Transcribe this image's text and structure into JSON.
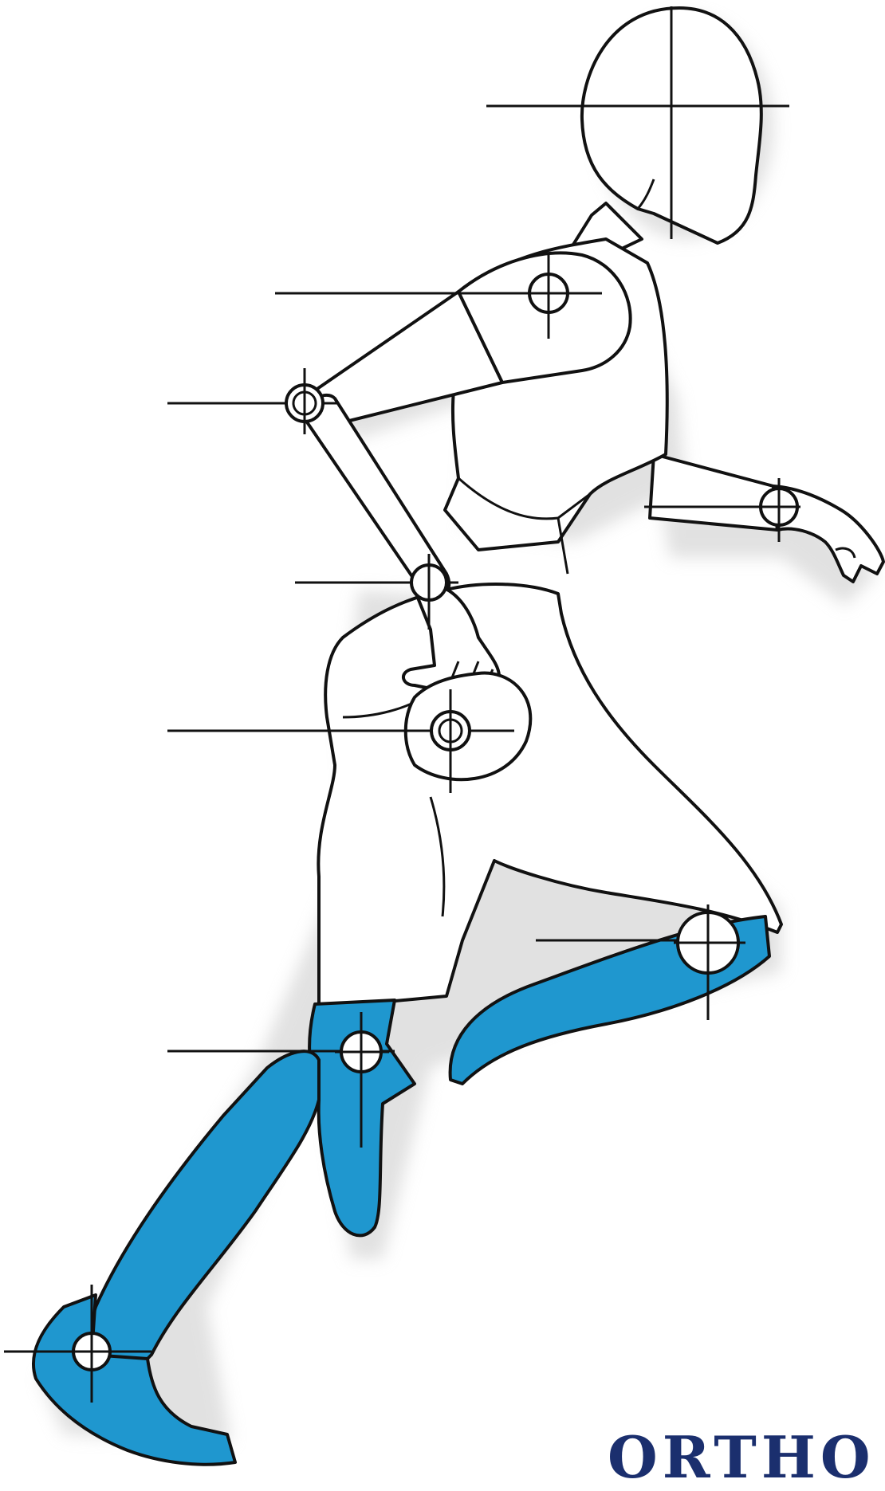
{
  "brand": {
    "text": "ORTHO"
  },
  "colors": {
    "prosthetic": "#1f97cf",
    "outline": "#111111",
    "background": "#ffffff",
    "brand": "#1b2f6e"
  },
  "joints": [
    "head",
    "shoulder",
    "elbow",
    "wrist-rear",
    "wrist-front",
    "hip",
    "knee",
    "knee-prosthetic",
    "ankle-prosthetic"
  ]
}
